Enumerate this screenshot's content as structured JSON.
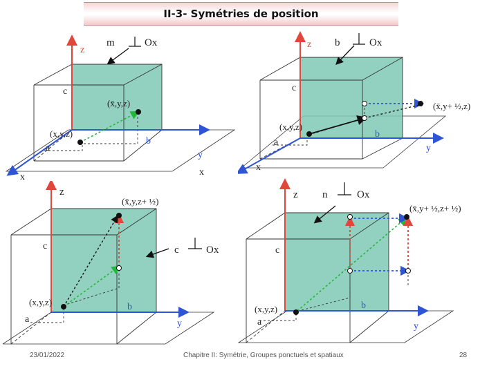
{
  "title": "II-3- Symétries de position",
  "panels": [
    {
      "plane_label": "m",
      "plane_axis": "Ox",
      "z": "z",
      "y": "y",
      "x": "x",
      "x2": "x",
      "c": "c",
      "a": "a",
      "b": "b",
      "p1": "(x,y,z)",
      "p2": "(x̄,y,z)"
    },
    {
      "plane_label": "b",
      "plane_axis": "Ox",
      "z": "z",
      "y": "y",
      "x": "x",
      "c": "c",
      "a": "a",
      "b": "b",
      "p1": "(x,y,z)",
      "p2": "(x̄,y+ ½,z)"
    },
    {
      "plane_label": "c",
      "plane_axis": "Ox",
      "z": "z",
      "y": "y",
      "c": "c",
      "a": "a",
      "b": "b",
      "p1": "(x,y,z)",
      "p2": "(x̄,y,z+ ½)"
    },
    {
      "plane_label": "n",
      "plane_axis": "Ox",
      "z": "z",
      "y": "y",
      "c": "c",
      "a": "a",
      "b": "b",
      "p1": "(x,y,z)",
      "p2": "(x̄,y+ ½,z+ ½)"
    }
  ],
  "footer": {
    "date": "23/01/2022",
    "chapter": "Chapitre II: Symétrie, Groupes ponctuels et spatiaux",
    "page": "28"
  },
  "colors": {
    "plane": "#7fc8b4",
    "axis_z": "#e0473a",
    "axis_y": "#2f55d4",
    "green_arrow": "#22b83a",
    "red_arrow": "#e0473a",
    "blue_arrow": "#2f55d4"
  }
}
